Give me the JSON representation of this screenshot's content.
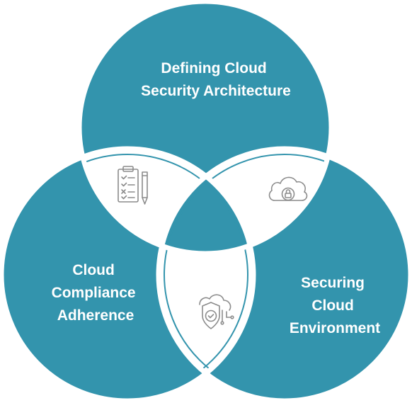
{
  "colors": {
    "circle_fill": "#3394ad",
    "overlap_fill": "#ffffff",
    "separator": "#ffffff",
    "icon_stroke": "#8c8c8c",
    "label_text": "#ffffff"
  },
  "diagram": {
    "circles": [
      {
        "id": "top",
        "lines": [
          "Defining Cloud",
          "Security Architecture"
        ]
      },
      {
        "id": "left",
        "lines": [
          "Cloud",
          "Compliance",
          "Adherence"
        ]
      },
      {
        "id": "right",
        "lines": [
          "Securing",
          "Cloud",
          "Environment"
        ]
      }
    ],
    "overlap_icons": [
      {
        "between": [
          "top",
          "left"
        ],
        "icon": "checklist-clipboard-icon"
      },
      {
        "between": [
          "top",
          "right"
        ],
        "icon": "cloud-lock-icon"
      },
      {
        "between": [
          "left",
          "right"
        ],
        "icon": "cloud-shield-check-icon"
      }
    ]
  }
}
